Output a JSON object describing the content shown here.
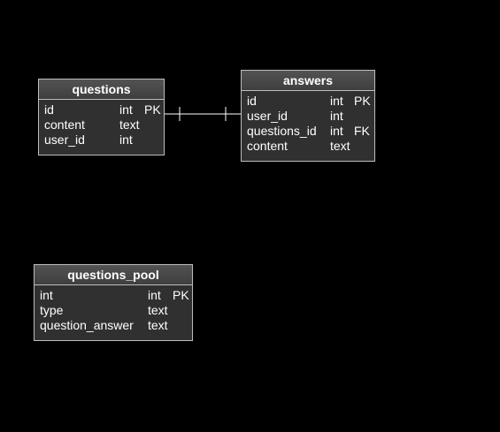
{
  "entities": {
    "questions": {
      "title": "questions",
      "columns": [
        {
          "name": "id",
          "type": "int",
          "key": "PK"
        },
        {
          "name": "content",
          "type": "text",
          "key": ""
        },
        {
          "name": "user_id",
          "type": "int",
          "key": ""
        }
      ]
    },
    "answers": {
      "title": "answers",
      "columns": [
        {
          "name": "id",
          "type": "int",
          "key": "PK"
        },
        {
          "name": "user_id",
          "type": "int",
          "key": ""
        },
        {
          "name": "questions_id",
          "type": "int",
          "key": "FK"
        },
        {
          "name": "content",
          "type": "text",
          "key": ""
        }
      ]
    },
    "questions_pool": {
      "title": "questions_pool",
      "columns": [
        {
          "name": "int",
          "type": "int",
          "key": "PK"
        },
        {
          "name": "type",
          "type": "text",
          "key": ""
        },
        {
          "name": "question_answer",
          "type": "text",
          "key": ""
        }
      ]
    }
  },
  "relationships": [
    {
      "from": "questions",
      "to": "answers",
      "from_cardinality": "one",
      "to_cardinality": "one"
    }
  ],
  "colors": {
    "background": "#000000",
    "entity_fill": "#303030",
    "entity_header": "#4a4a4a",
    "border": "#bdbdbd",
    "text": "#ffffff",
    "connector": "#ffffff"
  }
}
